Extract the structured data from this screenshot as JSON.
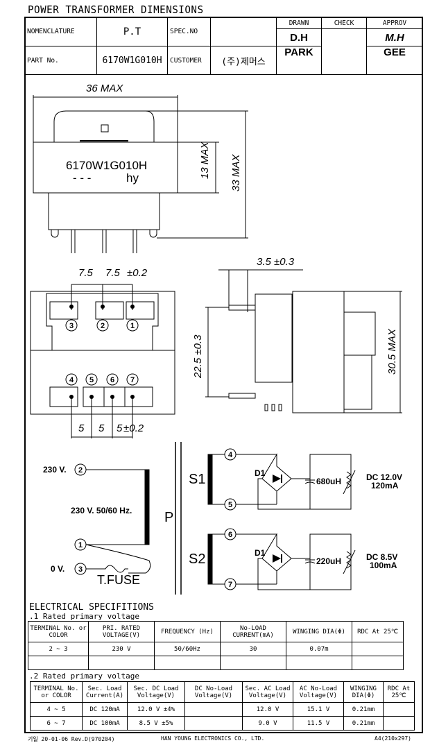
{
  "title": "POWER TRANSFORMER DIMENSIONS",
  "header": {
    "nomenclature_label": "NOMENCLATURE",
    "nomenclature_value": "P.T",
    "spec_no_label": "SPEC.NO",
    "spec_no_value": "",
    "part_no_label": "PART No.",
    "part_no_value": "6170W1G010H",
    "customer_label": "CUSTOMER",
    "customer_value": "(주)제머스",
    "drawn_label": "DRAWN",
    "check_label": "CHECK",
    "approv_label": "APPROV",
    "drawn_line1": "D.H",
    "drawn_line2": "PARK",
    "approv_line1": "M.H",
    "approv_line2": "GEE"
  },
  "front_view": {
    "width_dim": "36 MAX",
    "core_height_dim": "13 MAX",
    "total_height_dim": "33 MAX",
    "marking_part": "6170W1G010H",
    "marking_hy": "hy",
    "marking_dashes": "- - -"
  },
  "bottom_view": {
    "top_pitch_a": "7.5",
    "top_pitch_b": "7.5",
    "top_tol": "±0.2",
    "bottom_pitch_a": "5",
    "bottom_pitch_b": "5",
    "bottom_pitch_c": "5",
    "bottom_tol": "±0.2",
    "pins_top": [
      "3",
      "2",
      "1"
    ],
    "pins_bottom": [
      "4",
      "5",
      "6",
      "7"
    ]
  },
  "side_view": {
    "pin_length_dim": "3.5 ±0.3",
    "pin_spacing_dim": "22.5 ±0.3",
    "depth_dim": "30.5 MAX"
  },
  "schematic": {
    "primary_label": "P",
    "pin2_voltage": "230 V.",
    "pin3_voltage": "0 V.",
    "primary_rating": "230 V. 50/60 Hz.",
    "fuse_label": "T.FUSE",
    "pins": [
      "2",
      "1",
      "3"
    ],
    "secondaries": [
      {
        "name": "S1",
        "pin_a": "4",
        "pin_b": "5",
        "diode": "D1",
        "cap": "680uH",
        "out_v": "DC 12.0V",
        "out_i": "120mA"
      },
      {
        "name": "S2",
        "pin_a": "6",
        "pin_b": "7",
        "diode": "D1",
        "cap": "220uH",
        "out_v": "DC 8.5V",
        "out_i": "100mA"
      }
    ]
  },
  "specs": {
    "title": "ELECTRICAL SPECIFITIONS",
    "table1_title": ".1 Rated primary voltage",
    "table1_headers": [
      "TERMINAL No. or COLOR",
      "PRI. RATED VOLTAGE(V)",
      "FREQUENCY (Hz)",
      "No-LOAD CURRENT(mA)",
      "WINGING DIA(Φ)",
      "RDC At 25℃"
    ],
    "table1_rows": [
      [
        "2 ~ 3",
        "230 V",
        "50/60Hz",
        "30",
        "0.07m",
        ""
      ],
      [
        "",
        "",
        "",
        "",
        "",
        ""
      ]
    ],
    "table2_title": ".2 Rated primary voltage",
    "table2_headers": [
      "TERMINAL No. or COLOR",
      "Sec. Load Current(A)",
      "Sec. DC Load Voltage(V)",
      "DC No-Load Voltage(V)",
      "Sec. AC Load Voltage(V)",
      "AC No-Load Voltage(V)",
      "WINGING DIA(Φ)",
      "RDC At 25℃"
    ],
    "table2_rows": [
      [
        "4 ~ 5",
        "DC 120mA",
        "12.0 V ±4%",
        "",
        "12.0 V",
        "15.1 V",
        "0.21mm",
        ""
      ],
      [
        "6 ~ 7",
        "DC 100mA",
        "8.5 V ±5%",
        "",
        "9.0 V",
        "11.5 V",
        "0.21mm",
        ""
      ]
    ]
  },
  "footer": {
    "left": "기일 20-01-06 Rev.D(970204)",
    "center": "HAN YOUNG ELECTRONICS CO., LTD.",
    "right": "A4(210x297)"
  }
}
